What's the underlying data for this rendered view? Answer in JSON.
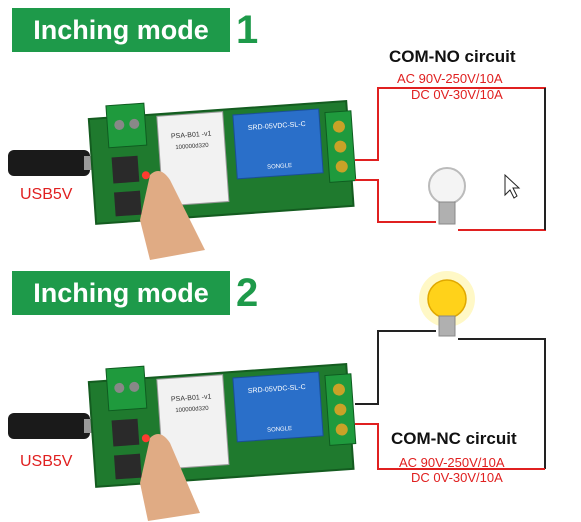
{
  "panels": [
    {
      "banner": "Inching mode",
      "number": "1",
      "circuit_title": "COM-NO circuit",
      "spec_ac": "AC 90V-250V/10A",
      "spec_dc": "DC 0V-30V/10A",
      "usb_label": "USB5V",
      "bulb_state": "off"
    },
    {
      "banner": "Inching mode",
      "number": "2",
      "circuit_title": "COM-NC circuit",
      "spec_ac": "AC 90V-250V/10A",
      "spec_dc": "DC 0V-30V/10A",
      "usb_label": "USB5V",
      "bulb_state": "on"
    }
  ],
  "board": {
    "module_line1": "PSA-B01 -v1",
    "module_line2": "100000d320",
    "relay_label": "SRD-05VDC-SL-C",
    "relay_brand": "SONGLE"
  },
  "colors": {
    "banner_green": "#1e9a4a",
    "pcb_green": "#1f7a2e",
    "relay_blue": "#2a6fc9",
    "spec_red": "#e02020",
    "wire_red": "#e02020",
    "wire_black": "#222222",
    "bulb_glow": "#ffd21a"
  }
}
